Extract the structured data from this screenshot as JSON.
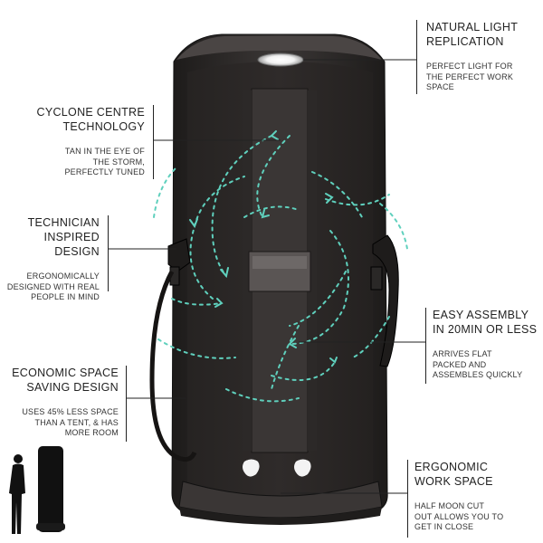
{
  "callouts": {
    "natural_light": {
      "title_l1": "NATURAL LIGHT",
      "title_l2": "REPLICATION",
      "desc_l1": "PERFECT LIGHT FOR",
      "desc_l2": "THE PERFECT WORK",
      "desc_l3": "SPACE"
    },
    "cyclone": {
      "title_l1": "CYCLONE CENTRE",
      "title_l2": "TECHNOLOGY",
      "desc_l1": "TAN IN THE EYE OF",
      "desc_l2": "THE STORM,",
      "desc_l3": "PERFECTLY TUNED"
    },
    "technician": {
      "title_l1": "TECHNICIAN",
      "title_l2": "INSPIRED DESIGN",
      "desc_l1": "ERGONOMICALLY",
      "desc_l2": "DESIGNED WITH REAL",
      "desc_l3": "PEOPLE IN MIND"
    },
    "assembly": {
      "title_l1": "EASY ASSEMBLY",
      "title_l2": "IN 20MIN OR LESS",
      "desc_l1": "ARRIVES FLAT",
      "desc_l2": "PACKED AND",
      "desc_l3": "ASSEMBLES QUICKLY"
    },
    "economic": {
      "title_l1": "ECONOMIC SPACE",
      "title_l2": "SAVING DESIGN",
      "desc_l1": "USES 45% LESS SPACE",
      "desc_l2": "THAN A TENT, & HAS",
      "desc_l3": "MORE ROOM"
    },
    "ergonomic": {
      "title_l1": "ERGONOMIC",
      "title_l2": "WORK SPACE",
      "desc_l1": "HALF MOON CUT",
      "desc_l2": "OUT ALLOWS YOU TO",
      "desc_l3": "GET IN CLOSE"
    }
  },
  "colors": {
    "booth": "#2a2726",
    "booth_frame": "#3a3635",
    "swirl": "#5fd0bd",
    "text": "#222222",
    "leader": "#222222"
  }
}
